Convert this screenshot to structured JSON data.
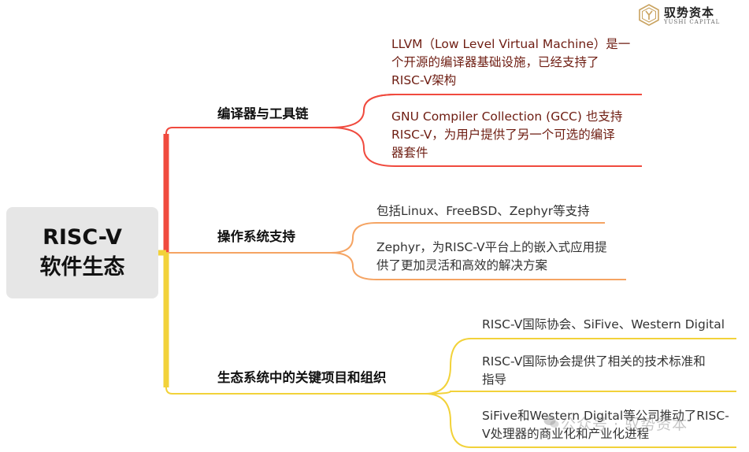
{
  "logo": {
    "name": "驭势资本",
    "subtitle": "YUSHI CAPITAL"
  },
  "root": {
    "line1": "RISC-V",
    "line2": "软件生态"
  },
  "branches": [
    {
      "label": "编译器与工具链",
      "color": "#f04a3e",
      "leaves": [
        {
          "lines": [
            "LLVM（Low Level Virtual Machine）是一",
            "个开源的编译器基础设施，已经支持了",
            "RISC-V架构"
          ]
        },
        {
          "lines": [
            "GNU Compiler Collection (GCC) 也支持",
            "RISC-V，为用户提供了另一个可选的编译",
            "器套件"
          ]
        }
      ]
    },
    {
      "label": "操作系统支持",
      "color": "#f5a463",
      "leaves": [
        {
          "lines": [
            "包括Linux、FreeBSD、Zephyr等支持"
          ]
        },
        {
          "lines": [
            "Zephyr，为RISC-V平台上的嵌入式应用提",
            "供了更加灵活和高效的解决方案"
          ]
        }
      ]
    },
    {
      "label": "生态系统中的关键项目和组织",
      "color": "#f2d23a",
      "leaves": [
        {
          "lines": [
            "RISC-V国际协会、SiFive、Western Digital"
          ]
        },
        {
          "lines": [
            "RISC-V国际协会提供了相关的技术标准和",
            "指导"
          ]
        },
        {
          "lines": [
            "SiFive和Western Digital等公司推动了RISC-",
            "V处理器的商业化和产业化进程"
          ]
        }
      ]
    }
  ],
  "watermark": "公众号 · 驭势资本"
}
